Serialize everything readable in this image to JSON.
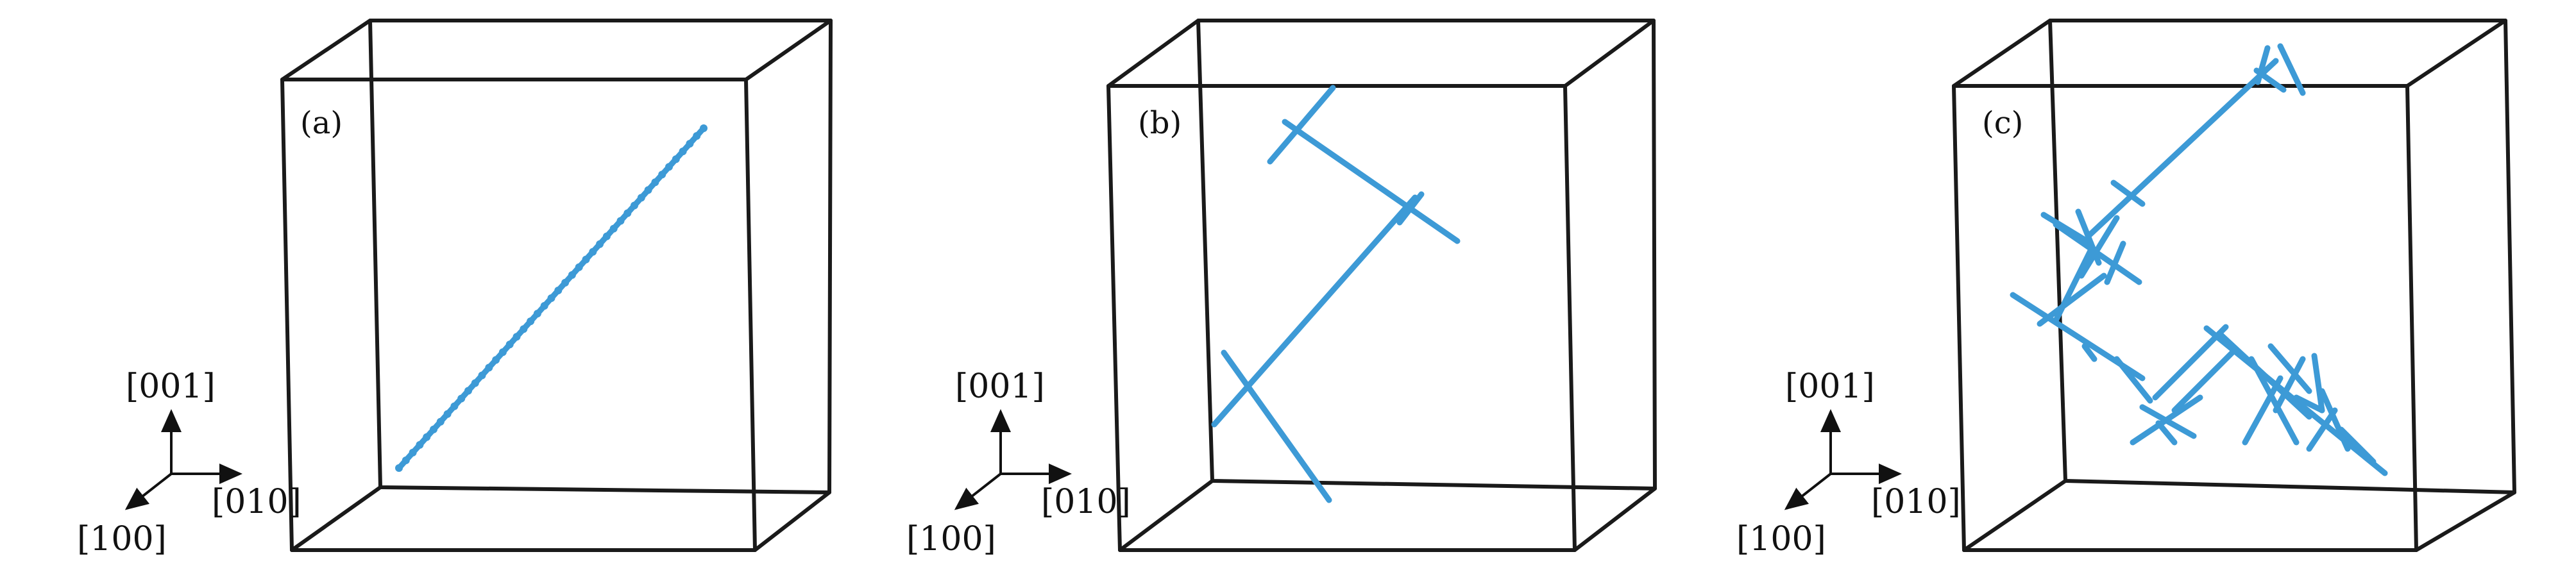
{
  "colors": {
    "box": "#1a1a1a",
    "dislocation": "#3d9ad6",
    "text": "#111111"
  },
  "panels": [
    {
      "label": "(a)",
      "axes": {
        "z": "[001]",
        "y": "[010]",
        "x": "[100]"
      }
    },
    {
      "label": "(b)",
      "axes": {
        "z": "[001]",
        "y": "[010]",
        "x": "[100]"
      }
    },
    {
      "label": "(c)",
      "axes": {
        "z": "[001]",
        "y": "[010]",
        "x": "[100]"
      }
    }
  ]
}
